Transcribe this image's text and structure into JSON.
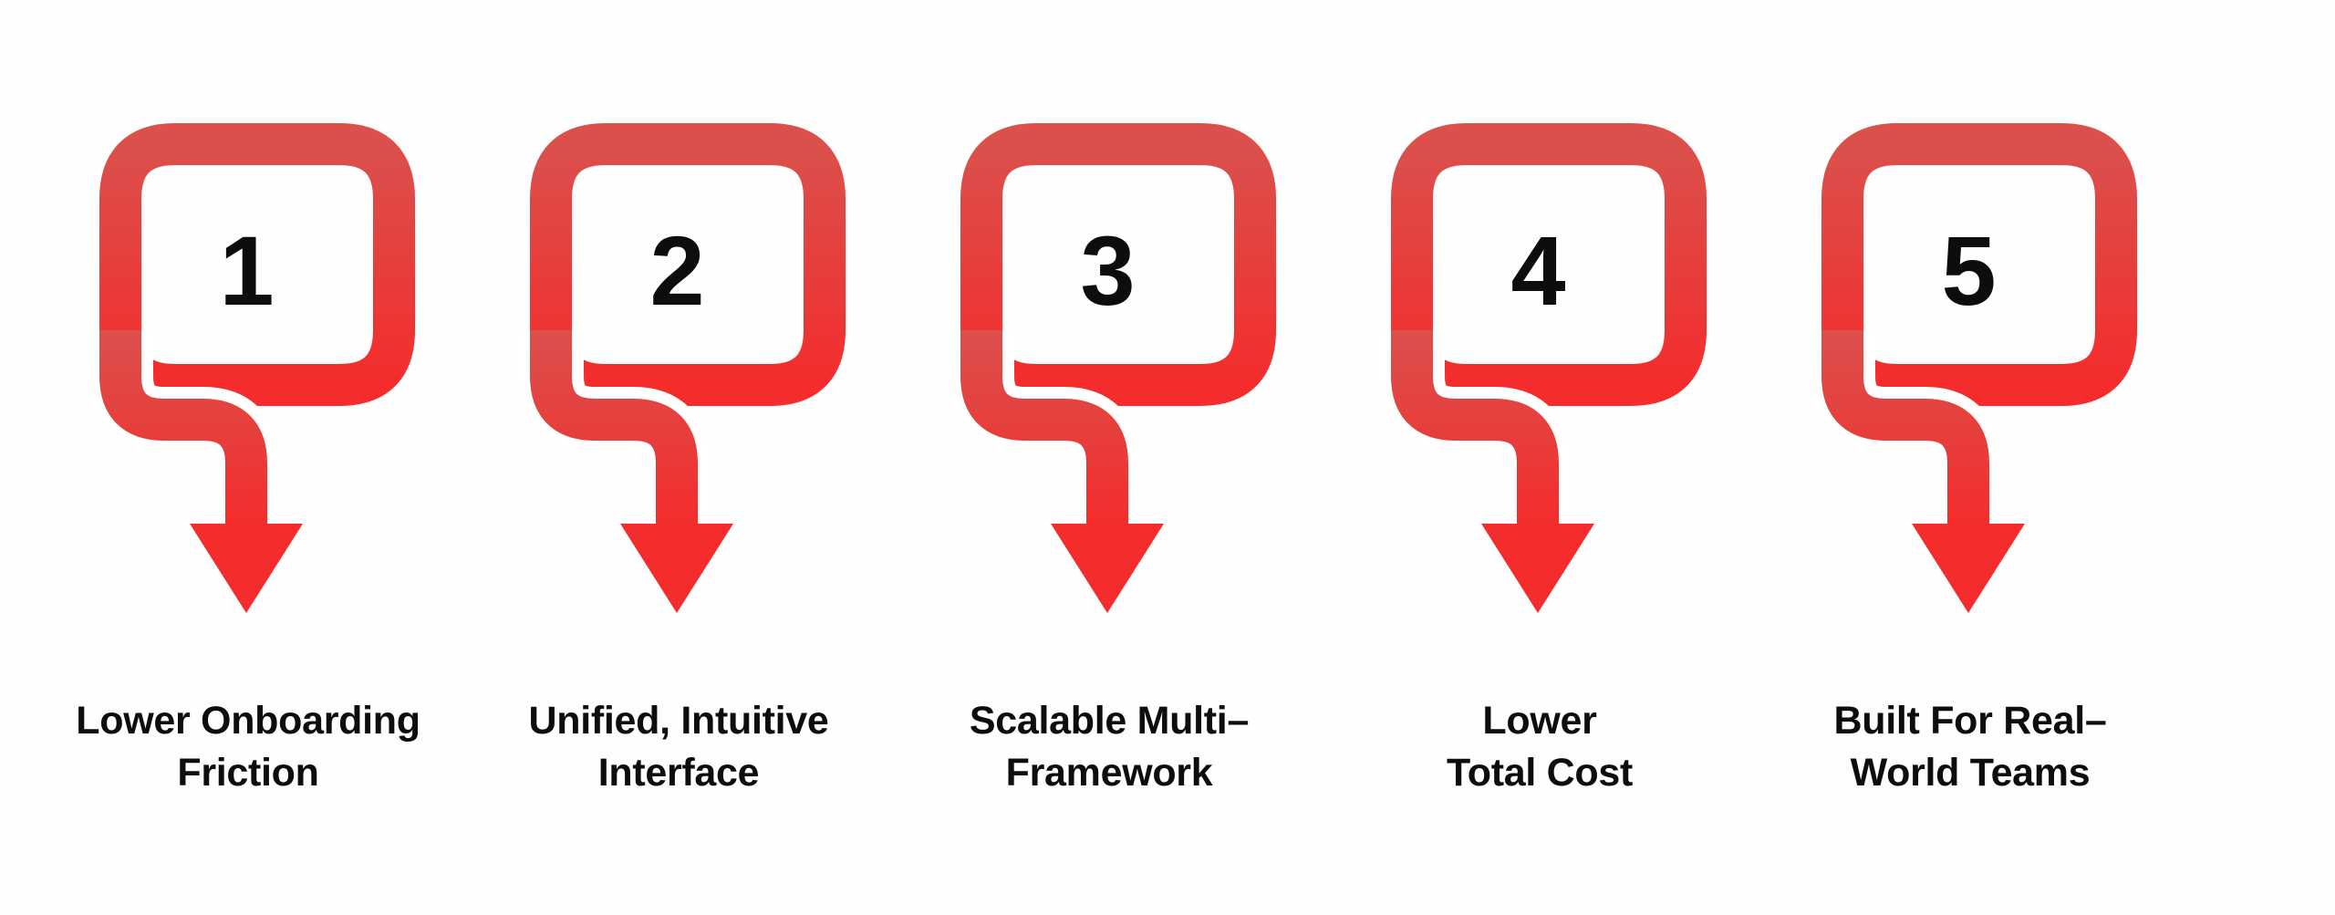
{
  "diagram": {
    "title": "Five benefit steps with numbered badges and downward arrows",
    "background_color": "#FEFEFE",
    "accent_color_top": "#DB504C",
    "accent_color_bottom": "#F42C2C",
    "text_color": "#0D0D0D",
    "arrow_icon_name": "down-arrow-icon",
    "badge_icon_name": "rounded-square-badge"
  },
  "steps": [
    {
      "number": "1",
      "label": "Lower Onboarding\nFriction",
      "label_line1": "Lower Onboarding",
      "label_line2": "Friction"
    },
    {
      "number": "2",
      "label": "Unified, Intuitive\nInterface",
      "label_line1": "Unified, Intuitive",
      "label_line2": "Interface"
    },
    {
      "number": "3",
      "label": "Scalable Multi–\nFramework",
      "label_line1": "Scalable Multi–",
      "label_line2": "Framework"
    },
    {
      "number": "4",
      "label": "Lower\nTotal Cost",
      "label_line1": "Lower",
      "label_line2": "Total Cost"
    },
    {
      "number": "5",
      "label": "Built For Real–\nWorld Teams",
      "label_line1": "Built For Real–",
      "label_line2": "World Teams"
    }
  ]
}
